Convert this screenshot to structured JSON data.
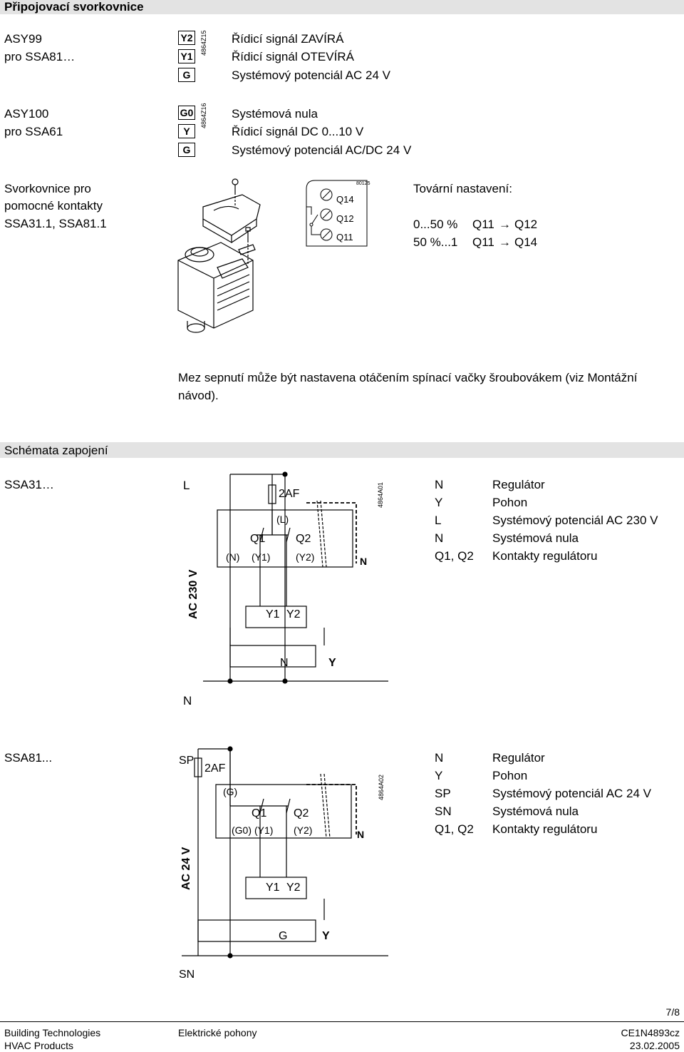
{
  "title": "Připojovací svorkovnice",
  "terminals": [
    {
      "device": [
        "ASY99",
        "pro SSA81…"
      ],
      "code": "4864Z15",
      "rows": [
        {
          "terminal": "Y2",
          "desc": "Řídicí signál ZAVÍRÁ"
        },
        {
          "terminal": "Y1",
          "desc": "Řídicí signál OTEVÍRÁ"
        },
        {
          "terminal": "G",
          "desc": "Systémový potenciál AC 24 V"
        }
      ]
    },
    {
      "device": [
        "ASY100",
        "pro SSA61"
      ],
      "code": "4864Z16",
      "rows": [
        {
          "terminal": "G0",
          "desc": "Systémová nula"
        },
        {
          "terminal": "Y",
          "desc": "Řídicí signál DC 0...10 V"
        },
        {
          "terminal": "G",
          "desc": "Systémový potenciál AC/DC 24 V"
        }
      ]
    }
  ],
  "aux": {
    "label": [
      "Svorkovnice pro",
      "pomocné kontakty",
      "SSA31.1, SSA81.1"
    ],
    "figure_code": "80125",
    "contacts": [
      "Q14",
      "Q12",
      "Q11"
    ],
    "factory_title": "Tovární nastavení:",
    "factory_rows": [
      {
        "range": "0...50 %",
        "from": "Q11",
        "arrow": "→",
        "to": "Q12"
      },
      {
        "range": "50 %...1",
        "from": "Q11",
        "arrow": "→",
        "to": "Q14"
      }
    ],
    "note": "Mez sepnutí může být nastavena otáčením spínací vačky šroubovákem (viz Montážní návod)."
  },
  "schemes_title": "Schémata zapojení",
  "schemes": [
    {
      "device": "SSA31…",
      "code": "4864A01",
      "supply_label": "AC 230 V",
      "labels": {
        "top": "L",
        "bottom": "N",
        "fuse": "2AF",
        "common": "(L)",
        "q1": "Q1",
        "q2": "Q2",
        "n_term": "(N)",
        "y1_term": "(Y1)",
        "y2_term": "(Y2)",
        "n_right": "N",
        "act_y1": "Y1",
        "act_y2": "Y2",
        "reg_n": "N",
        "reg_y": "Y"
      },
      "legend": [
        {
          "key": "N",
          "value": "Regulátor"
        },
        {
          "key": "Y",
          "value": "Pohon"
        },
        {
          "key": "L",
          "value": "Systémový potenciál AC 230 V"
        },
        {
          "key": "N",
          "value": "Systémová nula"
        },
        {
          "key": "Q1, Q2",
          "value": "Kontakty regulátoru"
        }
      ]
    },
    {
      "device": "SSA81...",
      "code": "4864A02",
      "supply_label": "AC 24 V",
      "labels": {
        "top": "SP",
        "bottom": "SN",
        "fuse": "2AF",
        "common": "(G)",
        "q1": "Q1",
        "q2": "Q2",
        "n_term": "(G0)",
        "y1_term": "(Y1)",
        "y2_term": "(Y2)",
        "n_right": "N",
        "act_y1": "Y1",
        "act_y2": "Y2",
        "reg_n": "G",
        "reg_y": "Y"
      },
      "legend": [
        {
          "key": "N",
          "value": "Regulátor"
        },
        {
          "key": "Y",
          "value": "Pohon"
        },
        {
          "key": "SP",
          "value": "Systémový potenciál AC 24 V"
        },
        {
          "key": "SN",
          "value": "Systémová nula"
        },
        {
          "key": "Q1, Q2",
          "value": "Kontakty regulátoru"
        }
      ]
    }
  ],
  "footer": {
    "page": "7/8",
    "company": "Building Technologies",
    "division": "HVAC Products",
    "category": "Elektrické pohony",
    "doc": "CE1N4893cz",
    "date": "23.02.2005"
  }
}
